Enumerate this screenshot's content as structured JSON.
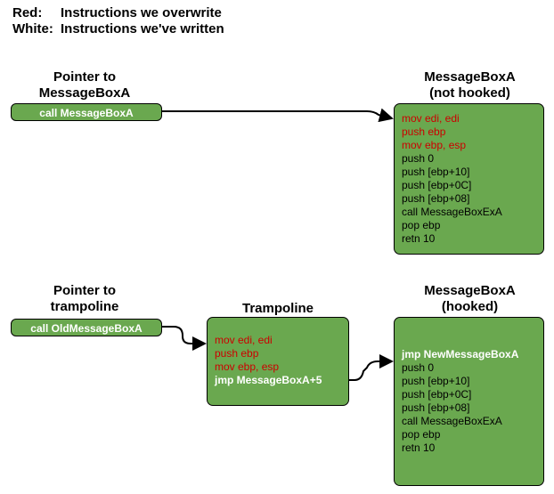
{
  "legend": {
    "red_key": "Red:",
    "red_text": "Instructions we overwrite",
    "white_key": "White:",
    "white_text": "Instructions we've written"
  },
  "colors": {
    "box_fill": "#6aa84f",
    "overwritten": "#cc0000",
    "written": "#ffffff",
    "normal": "#000000"
  },
  "top": {
    "pointer_heading": [
      "Pointer to",
      "MessageBoxA"
    ],
    "pointer_label": "call MessageBoxA",
    "target_heading": [
      "MessageBoxA",
      "(not hooked)"
    ],
    "target_lines": [
      {
        "text": "mov edi, edi",
        "style": "red"
      },
      {
        "text": "push ebp",
        "style": "red"
      },
      {
        "text": "mov ebp, esp",
        "style": "red"
      },
      {
        "text": "push 0",
        "style": "normal"
      },
      {
        "text": "push [ebp+10]",
        "style": "normal"
      },
      {
        "text": "push [ebp+0C]",
        "style": "normal"
      },
      {
        "text": "push [ebp+08]",
        "style": "normal"
      },
      {
        "text": "call MessageBoxExA",
        "style": "normal"
      },
      {
        "text": "pop ebp",
        "style": "normal"
      },
      {
        "text": "retn 10",
        "style": "normal"
      }
    ]
  },
  "bottom": {
    "pointer_heading": [
      "Pointer to",
      "trampoline"
    ],
    "pointer_label": "call OldMessageBoxA",
    "trampoline_heading": "Trampoline",
    "trampoline_lines": [
      {
        "text": "mov edi, edi",
        "style": "red"
      },
      {
        "text": "push ebp",
        "style": "red"
      },
      {
        "text": "mov ebp, esp",
        "style": "red"
      },
      {
        "text": "jmp MessageBoxA+5",
        "style": "white"
      }
    ],
    "target_heading": [
      "MessageBoxA",
      "(hooked)"
    ],
    "target_lines": [
      {
        "text": "jmp NewMessageBoxA",
        "style": "white"
      },
      {
        "text": "push 0",
        "style": "normal"
      },
      {
        "text": "push [ebp+10]",
        "style": "normal"
      },
      {
        "text": "push [ebp+0C]",
        "style": "normal"
      },
      {
        "text": "push [ebp+08]",
        "style": "normal"
      },
      {
        "text": "call MessageBoxExA",
        "style": "normal"
      },
      {
        "text": "pop ebp",
        "style": "normal"
      },
      {
        "text": "retn 10",
        "style": "normal"
      }
    ]
  }
}
